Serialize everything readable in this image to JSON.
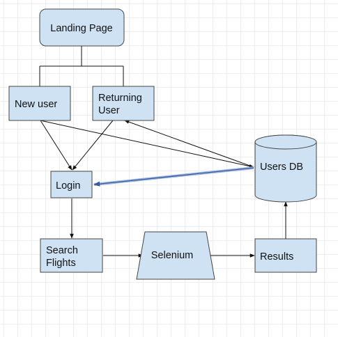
{
  "diagram": {
    "nodes": {
      "landing": {
        "label": "Landing Page"
      },
      "new_user": {
        "label": "New user"
      },
      "returning": {
        "label_line1": "Returning",
        "label_line2": "User"
      },
      "login": {
        "label": "Login"
      },
      "search": {
        "label_line1": "Search",
        "label_line2": "Flights"
      },
      "selenium": {
        "label": "Selenium"
      },
      "results": {
        "label": "Results"
      },
      "users_db": {
        "label": "Users DB"
      }
    },
    "colors": {
      "node_fill": "#cfe2f3",
      "node_stroke": "#444444",
      "edge": "#111111",
      "highlight_edge": "#3c5a9a"
    }
  }
}
